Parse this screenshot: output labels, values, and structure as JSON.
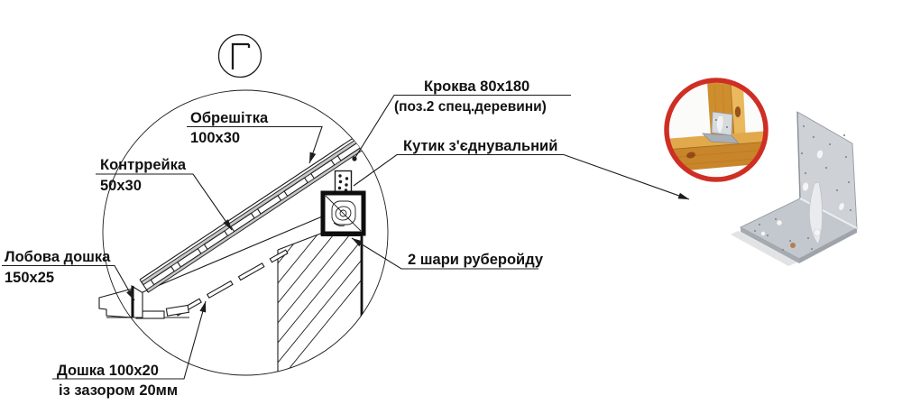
{
  "detail_marker": "Г",
  "labels": {
    "obreshitka_1": "Обрешітка",
    "obreshitka_2": "100x30",
    "kontrreika_1": "Контррейка",
    "kontrreika_2": "50x30",
    "lobova_1": "Лобова дошка",
    "lobova_2": "150x25",
    "doshka_1": "Дошка 100x20",
    "doshka_2": "із зазором 20мм",
    "krokva_1": "Кроква 80x180",
    "krokva_2": "(поз.2 спец.деревини)",
    "kutyk": "Кутик з'єднувальний",
    "ruberoid": "2 шари руберойду"
  },
  "colors": {
    "line": "#1c1c1c",
    "batten_gray": "#c6c6c6",
    "ring_red": "#cf2e24",
    "wood": "#cf8e2e",
    "wood_light": "#e9b95c",
    "wood_dark": "#8a4012",
    "metal_light": "#ced2d7",
    "metal_mid": "#c3c8ce",
    "metal_dark": "#a6abb1"
  }
}
